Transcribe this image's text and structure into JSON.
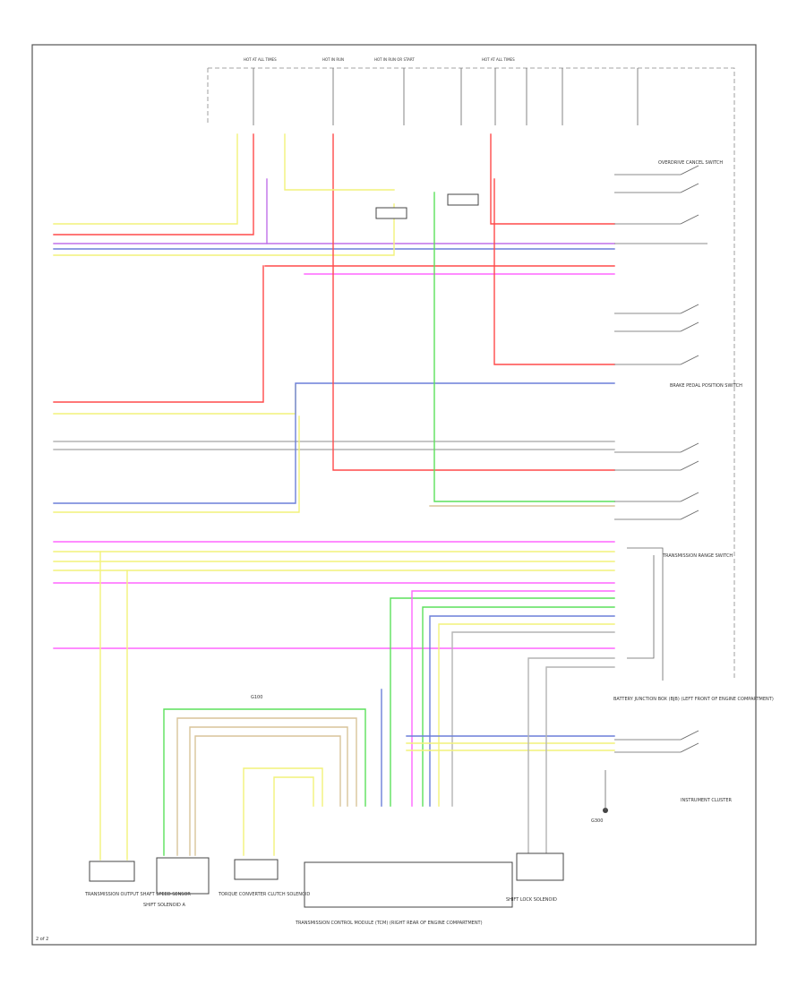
{
  "colors": {
    "yellow": "#f2f27a",
    "red": "#ff4a4a",
    "violet": "#c070e8",
    "green": "#5ce05c",
    "blue": "#6b7fd8",
    "pink": "#ff66ff",
    "tan": "#d9c49a",
    "gray": "#b4b4b4",
    "brown": "#b08a5a",
    "black": "#333333"
  },
  "page": {
    "code": "2 of 2"
  },
  "labels": {
    "ground_code": "G100",
    "lamp_ground": "G300",
    "module": "TRANSMISSION CONTROL MODULE (TCM) (RIGHT REAR OF ENGINE COMPARTMENT)",
    "vss": "TRANSMISSION OUTPUT SHAFT SPEED SENSOR",
    "tcc": "SHIFT SOLENOID A",
    "sensor_b": "TORQUE CONVERTER CLUTCH SOLENOID",
    "range_switch": "TRANSMISSION RANGE SWITCH",
    "shift_lock": "SHIFT LOCK SOLENOID",
    "overdrive": "OVERDRIVE CANCEL SWITCH",
    "brake_switch": "BRAKE PEDAL POSITION SWITCH",
    "junction": "BATTERY JUNCTION BOX (BJB) (LEFT FRONT OF ENGINE COMPARTMENT)",
    "instrument": "INSTRUMENT CLUSTER"
  }
}
